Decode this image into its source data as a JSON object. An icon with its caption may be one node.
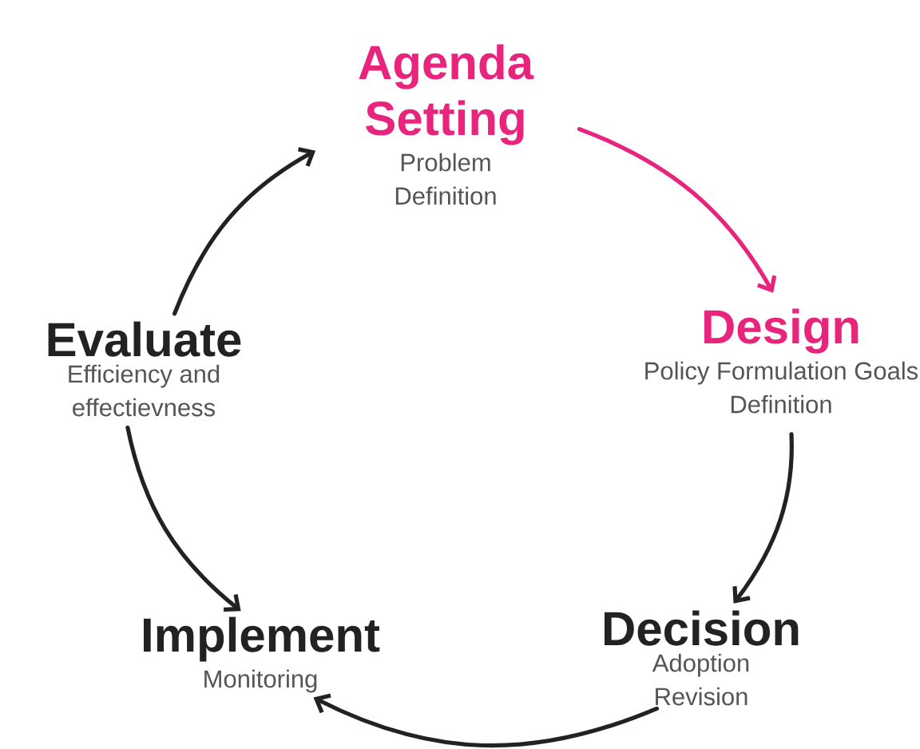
{
  "diagram": {
    "nodes": [
      {
        "text": [
          "Agenda Setting",
          "Problem Definition"
        ]
      },
      {
        "text": [
          "Design",
          "Policy Formulation Goals Definition"
        ]
      },
      {
        "text": [
          "Decision",
          "Adoption Revision"
        ]
      },
      {
        "text": [
          "Implement",
          "Monitoring"
        ]
      },
      {
        "text": [
          "Evaluate",
          "Efficiency and effectievness"
        ]
      }
    ],
    "edges": [
      {
        "from": 0,
        "to": 1,
        "arrow": "to",
        "color": "#e8247c"
      },
      {
        "from": 1,
        "to": 2,
        "arrow": "to"
      },
      {
        "from": 2,
        "to": 3,
        "arrow": "to"
      },
      {
        "from": 4,
        "to": 3,
        "arrow": "to"
      },
      {
        "from": 4,
        "to": 0,
        "arrow": "to"
      }
    ]
  }
}
